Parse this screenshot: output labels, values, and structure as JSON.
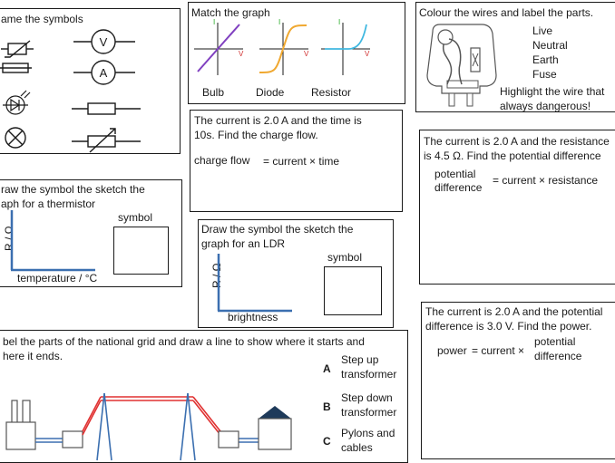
{
  "symbols_box": {
    "title": "ame the symbols"
  },
  "match_graph": {
    "title": "Match the graph",
    "labels": [
      "Bulb",
      "Diode",
      "Resistor"
    ],
    "axis_i": "I",
    "axis_v": "V"
  },
  "plug": {
    "title": "Colour the wires and label the parts.",
    "parts": [
      "Live",
      "Neutral",
      "Earth",
      "Fuse"
    ],
    "highlight_line1": "Highlight the wire that",
    "highlight_line2": "always dangerous!"
  },
  "charge": {
    "question_line1": "The current is 2.0 A and the time is",
    "question_line2": "10s. Find the charge flow.",
    "formula_lhs": "charge flow",
    "formula_rhs": "= current × time"
  },
  "resistance_q": {
    "question_line1": "The current is 2.0 A and the resistance",
    "question_line2": "is 4.5 Ω. Find the potential difference",
    "lhs_line1": "potential",
    "lhs_line2": "difference",
    "rhs": "= current × resistance"
  },
  "thermistor": {
    "title_line1": "raw the symbol the sketch the",
    "title_line2": "aph for a thermistor",
    "symbol_label": "symbol",
    "y_axis": "R / Ω",
    "x_axis": "temperature / °C"
  },
  "ldr": {
    "title_line1": "Draw the symbol the sketch the",
    "title_line2": "graph for an LDR",
    "symbol_label": "symbol",
    "y_axis": "R / Ω",
    "x_axis": "brightness"
  },
  "power_q": {
    "question_line1": "The current is 2.0 A and the potential",
    "question_line2": "difference is 3.0 V. Find the power.",
    "lhs": "power",
    "rhs": "= current ×",
    "rhs2_line1": "potential",
    "rhs2_line2": "difference"
  },
  "grid": {
    "title_line1": "bel the parts of the national grid and draw a line to show where it starts and",
    "title_line2": "here it ends.",
    "items": [
      {
        "letter": "A",
        "line1": "Step up",
        "line2": "transformer"
      },
      {
        "letter": "B",
        "line1": "Step down",
        "line2": "transformer"
      },
      {
        "letter": "C",
        "line1": "Pylons and",
        "line2": "cables"
      }
    ]
  },
  "colors": {
    "axis_blue": "#3b6fb0",
    "cable_red": "#e03030",
    "curve_orange": "#f0a830",
    "curve_purple": "#8040c0",
    "curve_cyan": "#40b8e0",
    "house": "#1e3a5a"
  }
}
